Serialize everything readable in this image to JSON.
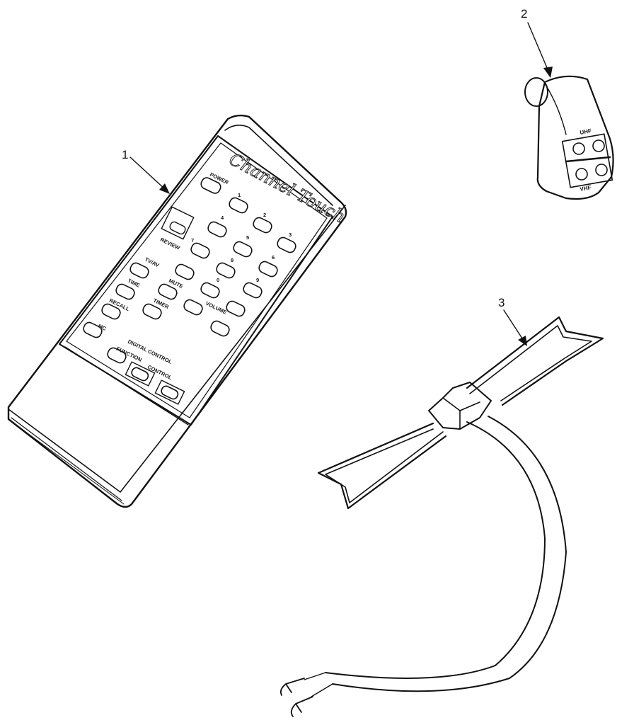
{
  "callouts": {
    "remote": "1",
    "adapter": "2",
    "antenna": "3"
  },
  "remote": {
    "brand": "Channel Touch",
    "labels": {
      "power": "POWER",
      "review": "REVIEW",
      "tvav": "TV/AV",
      "time": "TIME",
      "mute": "MUTE",
      "recall": "RECALL",
      "timer": "TIMER",
      "volume": "VOLUME",
      "digital_control": "DIGITAL CONTROL",
      "function": "FUNCTION",
      "control": "CONTROL",
      "mc": "MC"
    },
    "digits": [
      "1",
      "2",
      "3",
      "4",
      "5",
      "6",
      "7",
      "8",
      "9",
      "0"
    ]
  },
  "adapter": {
    "top_label": "UHF",
    "bottom_label": "VHF"
  }
}
